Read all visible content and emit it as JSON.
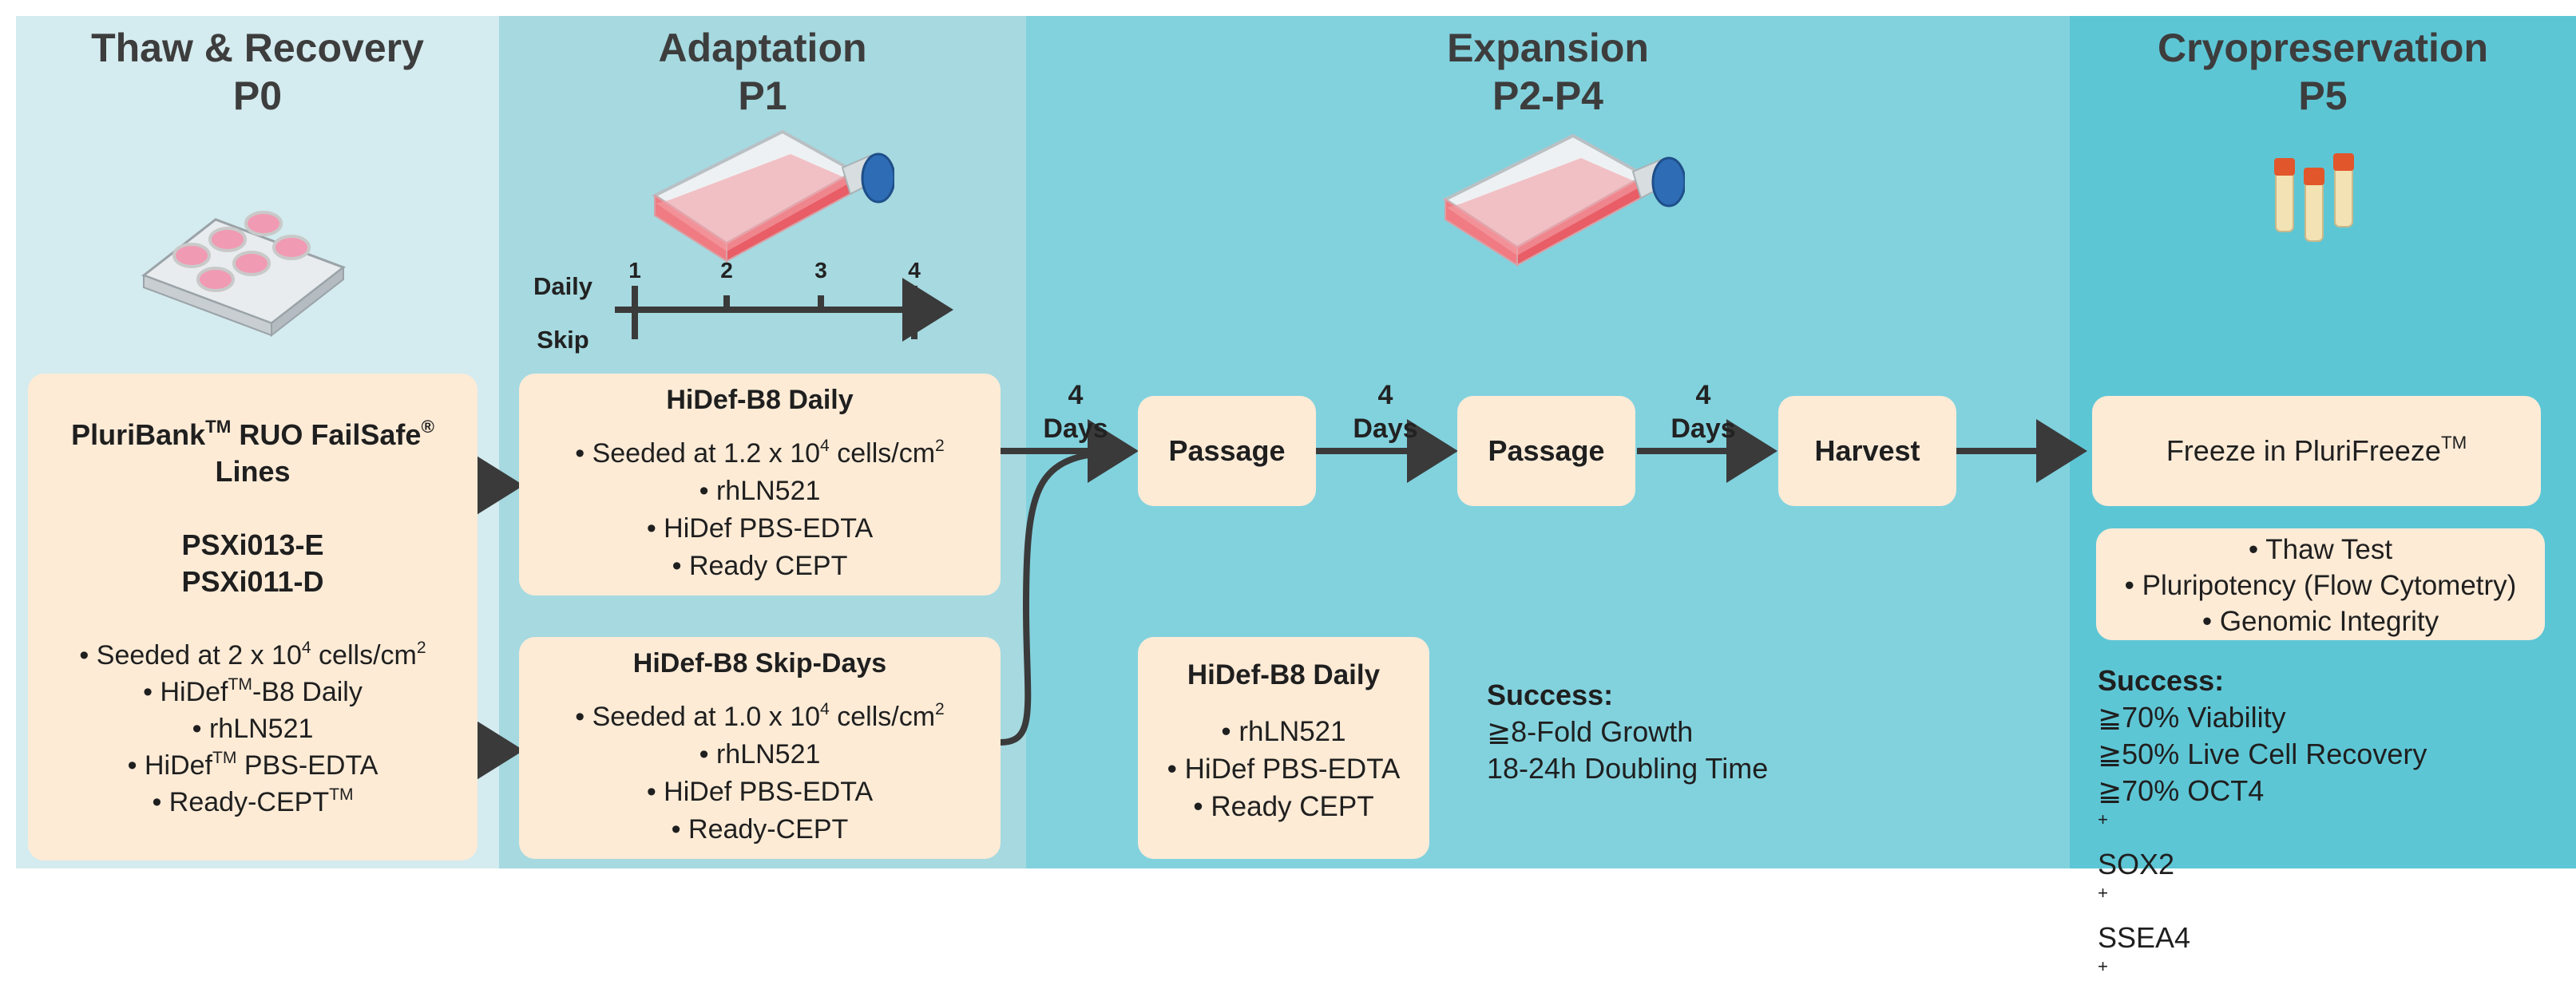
{
  "stages": [
    {
      "name": "Thaw & Recovery",
      "passage": "P0"
    },
    {
      "name": "Adaptation",
      "passage": "P1"
    },
    {
      "name": "Expansion",
      "passage": "P2-P4"
    },
    {
      "name": "Cryopreservation",
      "passage": "P5"
    }
  ],
  "p0_box": {
    "title_pre": "PluriBank",
    "title_sup1": "TM",
    "title_mid": " RUO FailSafe",
    "title_sup2": "®",
    "title_post": "Lines",
    "lines_ids": [
      "PSXi013-E",
      "PSXi011-D"
    ],
    "seed_pre": "• Seeded at 2 x 10",
    "seed_sup": "4",
    "seed_post": " cells/cm",
    "seed_sup2": "2",
    "b8_pre": "• HiDef",
    "b8_sup": "TM",
    "b8_post": "-B8 Daily",
    "rhln": "• rhLN521",
    "pbs_pre": "• HiDef",
    "pbs_sup": "TM",
    "pbs_post": " PBS-EDTA",
    "cept_pre": "• Ready-CEPT",
    "cept_sup": "TM"
  },
  "timeline": {
    "row_daily": "Daily",
    "row_skip": "Skip",
    "ticks": [
      "1",
      "2",
      "3",
      "4"
    ]
  },
  "p1_daily_box": {
    "title": "HiDef-B8 Daily",
    "seed_pre": "• Seeded at 1.2 x 10",
    "seed_sup": "4",
    "seed_post": " cells/cm",
    "seed_sup2": "2",
    "items": [
      "• rhLN521",
      "• HiDef PBS-EDTA",
      "• Ready CEPT"
    ]
  },
  "p1_skip_box": {
    "title": "HiDef-B8 Skip-Days",
    "seed_pre": "• Seeded at 1.0 x 10",
    "seed_sup": "4",
    "seed_post": " cells/cm",
    "seed_sup2": "2",
    "items": [
      "• rhLN521",
      "• HiDef PBS-EDTA",
      "• Ready-CEPT"
    ]
  },
  "interval_labels": [
    {
      "n": "4",
      "unit": "Days"
    },
    {
      "n": "4",
      "unit": "Days"
    },
    {
      "n": "4",
      "unit": "Days"
    }
  ],
  "flow_steps": [
    "Passage",
    "Passage",
    "Harvest"
  ],
  "p2_media_box": {
    "title": "HiDef-B8 Daily",
    "items": [
      "• rhLN521",
      "• HiDef PBS-EDTA",
      "• Ready CEPT"
    ]
  },
  "p2_success": {
    "title": "Success:",
    "items": [
      "≧8-Fold Growth",
      "18-24h Doubling Time"
    ]
  },
  "freeze_box": {
    "text": "Freeze in PluriFreeze",
    "sup": "TM"
  },
  "qc_box": {
    "items": [
      "• Thaw Test",
      "• Pluripotency (Flow Cytometry)",
      "• Genomic Integrity"
    ]
  },
  "p5_success": {
    "title": "Success:",
    "viability": "≧70% Viability",
    "recovery": "≧50% Live Cell Recovery",
    "markers": [
      {
        "text": "≧70% OCT4",
        "sup": "+"
      },
      {
        "text": " SOX2",
        "sup": "+"
      },
      {
        "text": " SSEA4",
        "sup": "+"
      }
    ]
  },
  "colors": {
    "band_p0": "#d4ebef",
    "band_p1": "#a6d9e0",
    "band_p2": "#82d2de",
    "band_p5": "#5dc6d5",
    "box_fill": "#fdebd6",
    "arrow": "#3a3a3a"
  },
  "icons": [
    "well-plate-icon",
    "culture-flask-icon",
    "culture-flask-icon",
    "cryovial-tubes-icon"
  ]
}
